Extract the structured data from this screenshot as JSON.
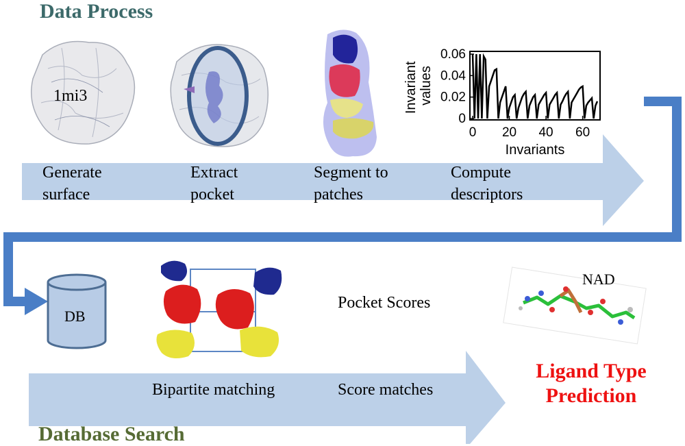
{
  "sections": {
    "top_title": "Data Process",
    "bottom_title": "Database Search"
  },
  "colors": {
    "arrow_fill": "#bcd0e8",
    "connector": "#4a7ec6",
    "title": "#3c6a6a",
    "bottom_title": "#566b34",
    "prediction": "#ee1111"
  },
  "steps": [
    {
      "line1": "Generate",
      "line2": "surface"
    },
    {
      "line1": "Extract",
      "line2": "pocket"
    },
    {
      "line1": "Segment to",
      "line2": "patches"
    },
    {
      "line1": "Compute",
      "line2": "descriptors"
    }
  ],
  "protein_label": "1mi3",
  "db_label": "DB",
  "pocket_scores": "Pocket Scores",
  "search_steps": [
    "Bipartite matching",
    "Score matches"
  ],
  "ligand_name": "NAD",
  "prediction": {
    "line1": "Ligand Type",
    "line2": "Prediction"
  },
  "chart_data": {
    "type": "line",
    "xlabel": "Invariants",
    "ylabel": "Invariant values",
    "xlim": [
      0,
      68
    ],
    "ylim": [
      0,
      0.06
    ],
    "x_ticks": [
      "0",
      "20",
      "40",
      "60"
    ],
    "y_ticks": [
      "0",
      "0.02",
      "0.04",
      "0.06"
    ],
    "x": [
      0,
      1,
      2,
      3,
      4,
      5,
      6,
      7,
      8,
      9,
      10,
      11,
      12,
      13,
      14,
      15,
      16,
      17,
      18,
      19,
      20,
      21,
      22,
      23,
      24,
      25,
      26,
      27,
      28,
      29,
      30,
      31,
      32,
      33,
      34,
      35,
      36,
      37,
      38,
      39,
      40,
      41,
      42,
      43,
      44,
      45,
      46,
      47,
      48,
      49,
      50,
      51,
      52,
      53,
      54,
      55,
      56,
      57,
      58,
      59,
      60,
      61,
      62,
      63,
      64,
      65,
      66,
      67,
      68
    ],
    "values": [
      0.06,
      0.0,
      0.06,
      0.0,
      0.06,
      0.0,
      0.058,
      0.055,
      0.0,
      0.03,
      0.035,
      0.04,
      0.045,
      0.046,
      0.0,
      0.015,
      0.02,
      0.025,
      0.03,
      0.0,
      0.01,
      0.015,
      0.02,
      0.022,
      0.0,
      0.01,
      0.015,
      0.02,
      0.023,
      0.025,
      0.0,
      0.012,
      0.016,
      0.02,
      0.022,
      0.0,
      0.013,
      0.016,
      0.019,
      0.022,
      0.024,
      0.0,
      0.013,
      0.016,
      0.019,
      0.022,
      0.024,
      0.0,
      0.013,
      0.016,
      0.02,
      0.023,
      0.025,
      0.0,
      0.015,
      0.018,
      0.021,
      0.024,
      0.027,
      0.029,
      0.03,
      0.0,
      0.012,
      0.015,
      0.017,
      0.019,
      0.0,
      0.012,
      0.016
    ]
  }
}
